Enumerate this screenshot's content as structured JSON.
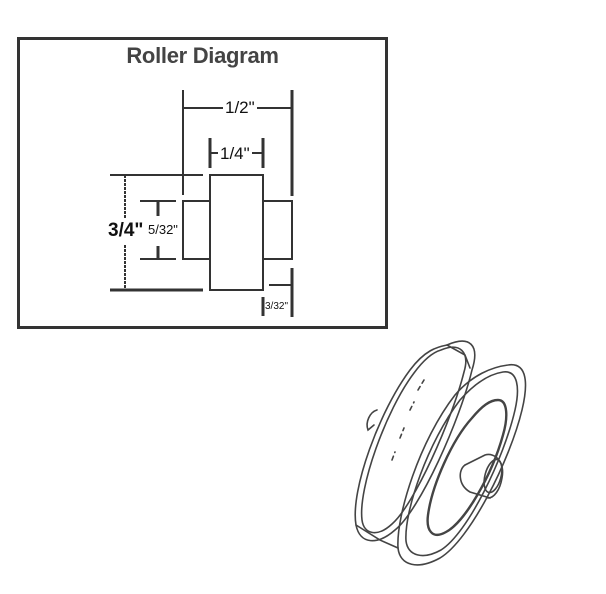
{
  "diagram": {
    "title": "Roller Diagram",
    "dimensions": {
      "overall_width": "1/2\"",
      "wheel_width": "1/4\"",
      "diameter": "3/4\"",
      "axle_diameter": "5/32\"",
      "axle_protrusion": "3/32\""
    },
    "colors": {
      "line": "#333333",
      "title": "#444444",
      "background": "#ffffff"
    }
  },
  "illustration": {
    "subject": "roller-wheel-isometric"
  }
}
